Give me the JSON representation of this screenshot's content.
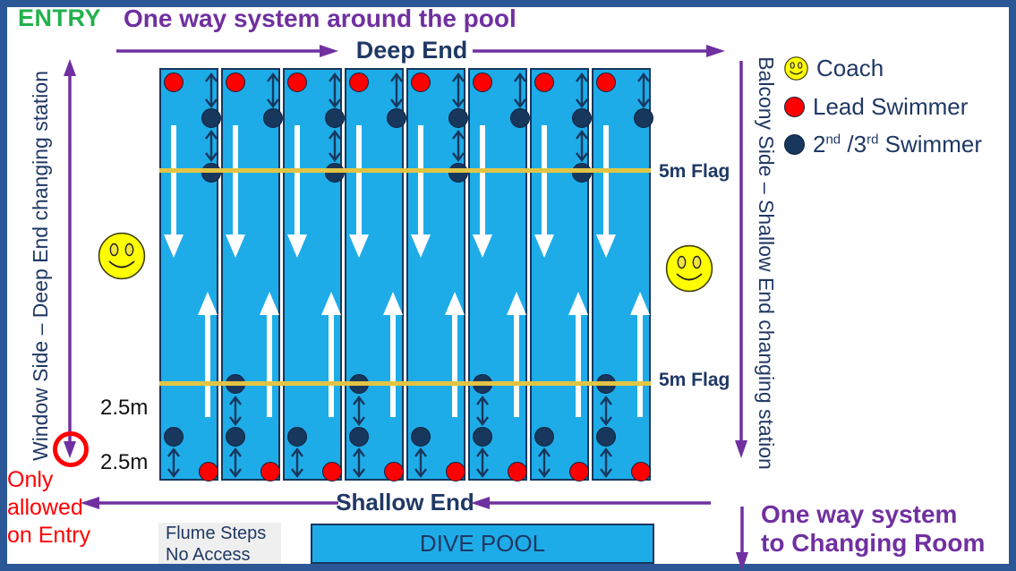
{
  "header": {
    "entry": "ENTRY",
    "title": "One way system around the pool"
  },
  "pool": {
    "deep_end_label": "Deep End",
    "shallow_end_label": "Shallow End",
    "flag_top_label": "5m Flag",
    "flag_bottom_label": "5m Flag",
    "depth_labels": [
      "2.5m",
      "2.5m"
    ],
    "lane_count": 8,
    "lanes": [
      {
        "top_queue_to_flag": true,
        "bottom_queue_from_flag": false
      },
      {
        "top_queue_to_flag": false,
        "bottom_queue_from_flag": true
      },
      {
        "top_queue_to_flag": true,
        "bottom_queue_from_flag": false
      },
      {
        "top_queue_to_flag": false,
        "bottom_queue_from_flag": true
      },
      {
        "top_queue_to_flag": true,
        "bottom_queue_from_flag": false
      },
      {
        "top_queue_to_flag": false,
        "bottom_queue_from_flag": true
      },
      {
        "top_queue_to_flag": true,
        "bottom_queue_from_flag": false
      },
      {
        "top_queue_to_flag": false,
        "bottom_queue_from_flag": true
      }
    ]
  },
  "sides": {
    "window": "Window Side – Deep End changing station",
    "balcony": "Balcony Side – Shallow End changing station"
  },
  "legend": {
    "items": [
      {
        "icon": "coach-smiley-icon",
        "label": "Coach"
      },
      {
        "icon": "lead-swimmer-icon",
        "label": "Lead Swimmer"
      },
      {
        "icon": "second-third-swimmer-icon",
        "parts": {
          "n1": "2",
          "sup1": "nd",
          "n2": " /3",
          "sup2": "rd",
          "rest": " Swimmer"
        }
      }
    ]
  },
  "notes": {
    "entry_only": [
      "Only",
      "allowed",
      "on Entry"
    ],
    "flume": [
      "Flume Steps",
      "No Access"
    ],
    "one_way_changing": [
      "One way system",
      "to Changing Room"
    ]
  },
  "dive_pool": {
    "label": "DIVE POOL"
  },
  "colors": {
    "border_blue": "#2B5797",
    "pool_blue": "#1EACE8",
    "navy": "#17375D",
    "text_navy": "#1F3864",
    "red": "#FF0000",
    "flag_yellow": "#E2C444",
    "purple": "#7030A0",
    "entry_green": "#22B14C",
    "smiley_yellow": "#FFFF00",
    "flume_gray": "#EFEFEF",
    "white_arrow": "#FFFFFF"
  }
}
